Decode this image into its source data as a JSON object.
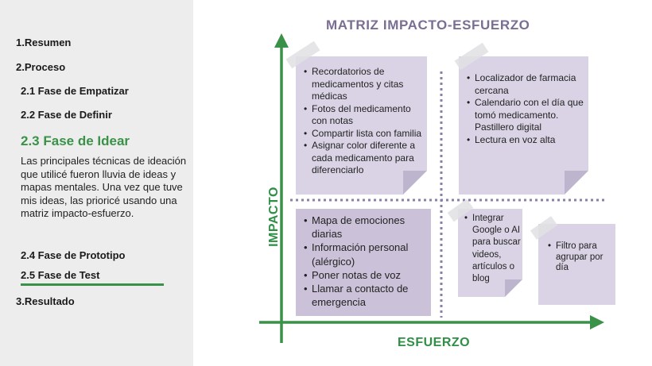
{
  "sidebar": {
    "items": [
      {
        "label": "1.Resumen"
      },
      {
        "label": "2.Proceso"
      },
      {
        "label": "2.1 Fase de Empatizar"
      },
      {
        "label": "2.2 Fase de Definir"
      },
      {
        "label": "2.3 Fase de Idear"
      },
      {
        "label": "2.4 Fase de Prototipo"
      },
      {
        "label": "2.5 Fase de Test"
      },
      {
        "label": "3.Resultado"
      }
    ],
    "description": "Las principales técnicas de ideación que utilicé fueron lluvia de ideas y mapas mentales. Una vez que tuve mis ideas, las prioricé usando una matriz impacto-esfuerzo."
  },
  "matrix": {
    "title": "MATRIZ IMPACTO-ESFUERZO",
    "y_label": "IMPACTO",
    "x_label": "ESFUERZO",
    "quadrants": {
      "top_left": [
        "Recordatorios de medicamentos y citas médicas",
        "Fotos del medicamento con notas",
        "Compartir lista con familia",
        "Asignar color diferente a cada medicamento para diferenciarlo"
      ],
      "top_right": [
        "Localizador de farmacia cercana",
        "Calendario con el día que tomó medicamento. Pastillero digital",
        "Lectura en voz alta"
      ],
      "bottom_left": [
        "Mapa de emociones diarias",
        "Información personal (alérgico)",
        "Poner notas de voz",
        "Llamar a contacto de emergencia"
      ],
      "bottom_right_a": [
        "Integrar Google o AI para buscar videos, artículos o blog"
      ],
      "bottom_right_b": "Filtro para agrupar por día"
    }
  },
  "colors": {
    "accent_green": "#3a9148",
    "title_purple": "#7b6e94",
    "note_purple": "#d9d3e5",
    "sidebar_bg": "#ededee"
  }
}
